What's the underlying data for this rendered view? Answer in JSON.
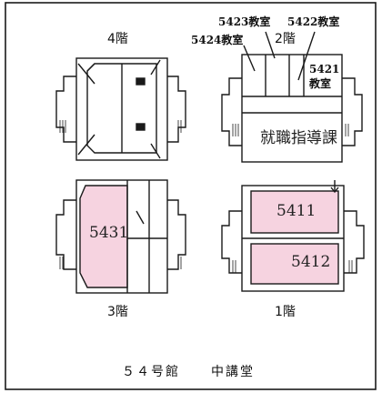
{
  "colors": {
    "highlight": "#f6d3e0",
    "line": "#1a1a1a",
    "background": "#ffffff"
  },
  "floors": {
    "f4": {
      "label": "4階"
    },
    "f2": {
      "label": "2階",
      "rooms": {
        "r5423": "5423教室",
        "r5422": "5422教室",
        "r5424": "5424教室",
        "r5421_num": "5421",
        "r5421_word": "教室",
        "office": "就職指導課"
      }
    },
    "f3": {
      "label": "3階",
      "rooms": {
        "r5431": "5431"
      }
    },
    "f1": {
      "label": "1階",
      "rooms": {
        "r5411": "5411",
        "r5412": "5412"
      }
    }
  },
  "footer": {
    "building": "５４号館",
    "hall": "中講堂"
  }
}
